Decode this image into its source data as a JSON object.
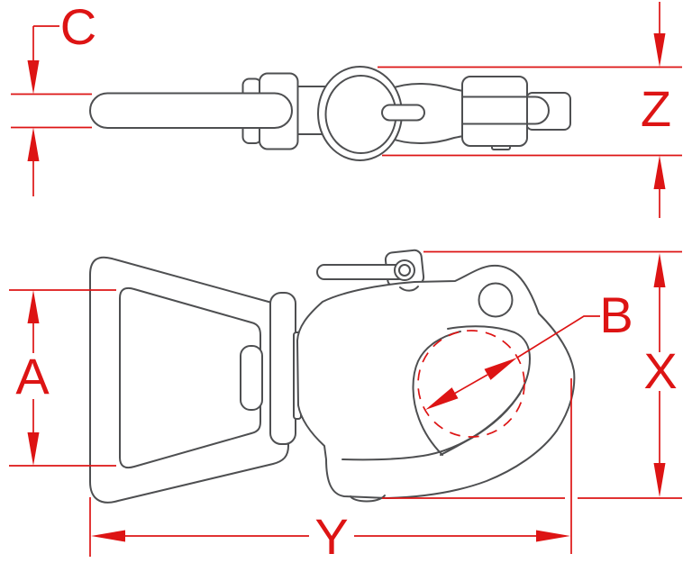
{
  "drawing": {
    "colors": {
      "outline": "#4e4f51",
      "dimension": "#dd1414",
      "background": "#ffffff"
    },
    "dimension_labels": {
      "c": "C",
      "z": "Z",
      "a": "A",
      "b": "B",
      "x": "X",
      "y": "Y"
    }
  }
}
